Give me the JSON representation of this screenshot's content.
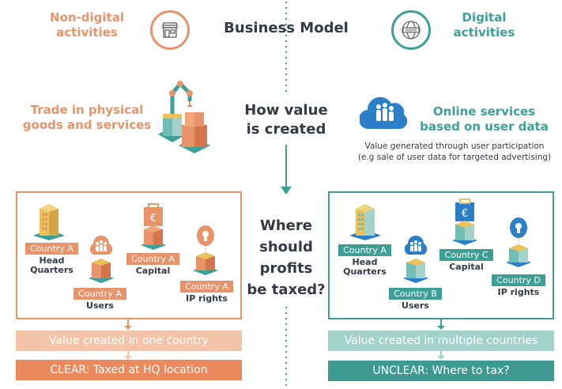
{
  "header": {
    "left_title": [
      "Non-digital",
      "activities"
    ],
    "center_title": "Business Model",
    "right_title": [
      "Digital",
      "activities"
    ]
  },
  "row2": {
    "left": [
      "Trade in physical",
      "goods and services"
    ],
    "center": [
      "How value",
      "is created"
    ],
    "right": [
      "Online services",
      "based on user data"
    ],
    "right_note": [
      "Value generated through user participation",
      "(e.g sale of user data for targeted advertising)"
    ]
  },
  "question": [
    "Where",
    "should",
    "profits",
    "be taxed?"
  ],
  "left_box": {
    "items": [
      {
        "country": "Country A",
        "label": [
          "Head",
          "Quarters"
        ]
      },
      {
        "country": "Country A",
        "label": [
          "Users"
        ]
      },
      {
        "country": "Country A",
        "label": [
          "Capital"
        ]
      },
      {
        "country": "Country A",
        "label": [
          "IP rights"
        ]
      }
    ],
    "value_bar": "Value created in one country",
    "result_bar": "CLEAR: Taxed at HQ location"
  },
  "right_box": {
    "items": [
      {
        "country": "Country A",
        "label": [
          "Head",
          "Quarters"
        ]
      },
      {
        "country": "Country B",
        "label": [
          "Users"
        ]
      },
      {
        "country": "Country C",
        "label": [
          "Capital"
        ]
      },
      {
        "country": "Country D",
        "label": [
          "IP rights"
        ]
      }
    ],
    "value_bar": "Value created in multiple countries",
    "result_bar": "UNCLEAR: Where to tax?"
  },
  "colors": {
    "orange": "#e8936a",
    "orange_light": "#f5c4a8",
    "teal": "#3e9f96",
    "teal_light": "#a3d2cb",
    "blue": "#2b7fc8"
  }
}
